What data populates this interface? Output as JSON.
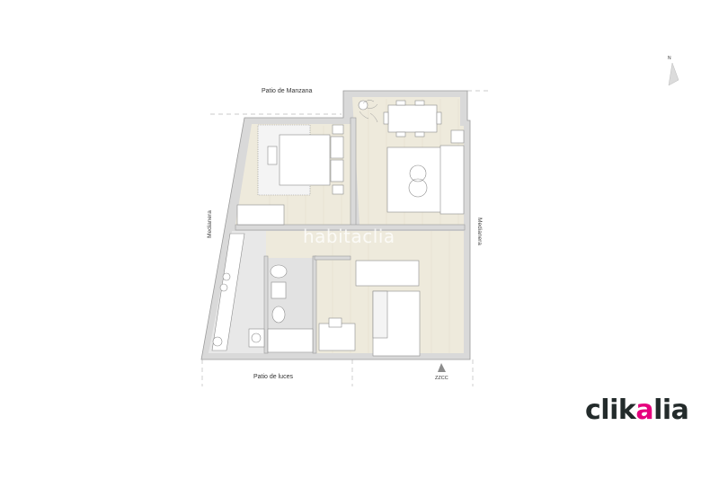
{
  "plan": {
    "labels": {
      "top_patio": "Patio de Manzana",
      "bottom_patio": "Patio de luces",
      "left_wall": "Medianera",
      "right_wall": "Medianera",
      "stairs": "ZZCC"
    },
    "compass": {
      "north_label": "N"
    },
    "watermark": "habitaclia",
    "colors": {
      "floor": "#eeeadc",
      "wall": "#d9d9d9",
      "wall_outline": "#9a9a9a",
      "bathroom_floor": "#e4e4e4",
      "furniture": "#ffffff",
      "line": "#8c8c8c"
    }
  },
  "brand": {
    "logo_prefix": "clik",
    "logo_accent": "a",
    "logo_suffix": "lia",
    "accent_color": "#e6007e",
    "text_color": "#232b2b"
  }
}
